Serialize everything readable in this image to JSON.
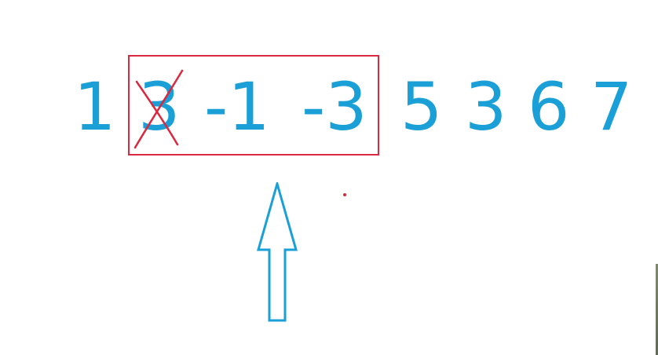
{
  "sequence": {
    "items": [
      "1",
      "3",
      "-1",
      "-3",
      "5",
      "3",
      "6",
      "7"
    ]
  },
  "window": {
    "crossed_out_value": "3",
    "border_color": "#d9283f"
  },
  "colors": {
    "digits": "#1a9fd6",
    "highlight": "#d9283f",
    "arrow": "#1a9fd6"
  },
  "icons": {
    "pointer": "up-arrow-icon",
    "strike": "cross-out-mark"
  }
}
